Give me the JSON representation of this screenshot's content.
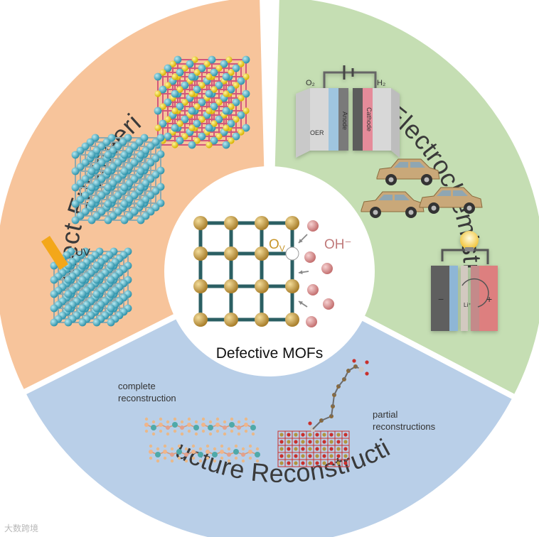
{
  "sections": {
    "defect": {
      "title": "Defect Engineering",
      "uv_label": "UV",
      "color": "#f7c49b"
    },
    "electro": {
      "title": "Electrochemistry",
      "color": "#c5deb3",
      "cell": {
        "o2": "O₂",
        "h2": "H₂",
        "oer": "OER",
        "anode": "Anode",
        "cathode": "Cathode"
      },
      "battery": {
        "minus": "−",
        "plus": "+",
        "ion": "Li⁺"
      }
    },
    "structure": {
      "title": "Structure Reconstruction",
      "color": "#b9cfe8",
      "complete_label_1": "complete",
      "complete_label_2": "reconstruction",
      "partial_label_1": "partial",
      "partial_label_2": "reconstructions"
    }
  },
  "center": {
    "title": "Defective MOFs",
    "ov_label": "O",
    "ov_sub": "V",
    "oh_label": "OH⁻"
  },
  "watermark": "大数跨境",
  "colors": {
    "metal_node": "#c9a04a",
    "linker": "#2b5f63",
    "oh_ball": "#d98f8f",
    "ov_text": "#c8962a",
    "oh_text": "#c07a7a"
  }
}
